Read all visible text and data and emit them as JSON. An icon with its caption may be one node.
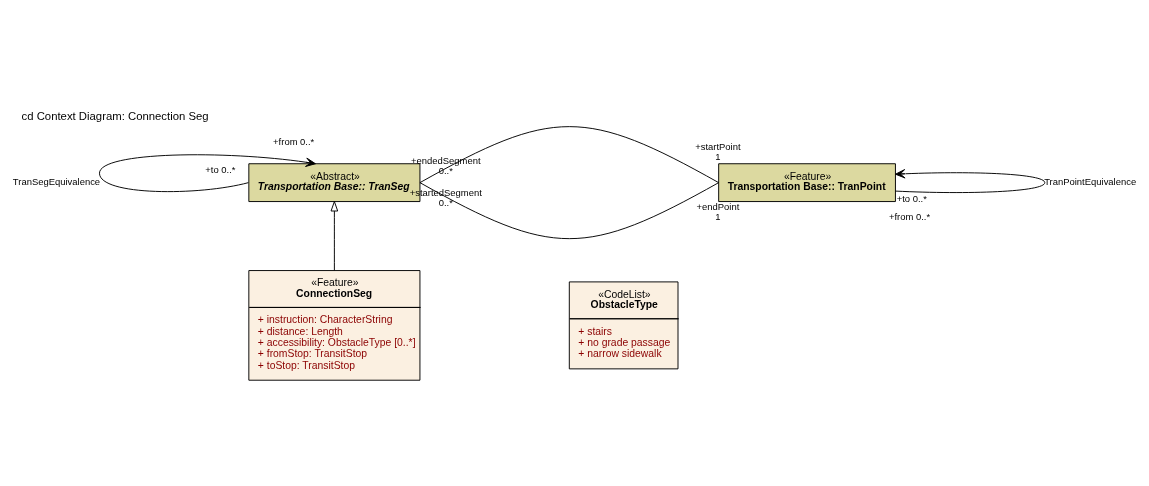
{
  "diagram": {
    "title": "cd Context Diagram: Connection Seg",
    "nodes": [
      {
        "text": [
          "«Abstract»",
          "Transportation Base:: TranSeg"
        ]
      },
      {
        "text": [
          "«Feature»",
          "Transportation Base:: TranPoint"
        ]
      },
      {
        "text": [
          "«Feature»",
          "ConnectionSeg",
          "+ instruction: CharacterString",
          "+ distance: Length",
          "+ accessibility: ObstacleType [0..*]",
          "+ fromStop: TransitStop",
          "+ toStop: TransitStop"
        ]
      },
      {
        "text": [
          "«CodeList»",
          "ObstacleType",
          "+ stairs",
          "+ no grade passage",
          "+ narrow sidewalk"
        ]
      }
    ],
    "edges": [
      {
        "from": 0,
        "to": 0,
        "arrow": "to",
        "label": "TranSegEquivalence"
      },
      {
        "from": 0,
        "to": 1,
        "arrow": "none"
      },
      {
        "from": 0,
        "to": 1,
        "arrow": "none"
      },
      {
        "from": 1,
        "to": 1,
        "arrow": "to",
        "label": "TranPointEquivalence"
      },
      {
        "from": 2,
        "to": 0,
        "arrow": "to"
      }
    ],
    "labels": [
      "+startedSegment",
      "+from 0..*",
      "0..*",
      "+startPoint",
      "1",
      "+endedSegment",
      "+to 0..*",
      "0..*",
      "+endPoint",
      "1",
      "+to 0..*",
      "+from 0..*"
    ]
  }
}
